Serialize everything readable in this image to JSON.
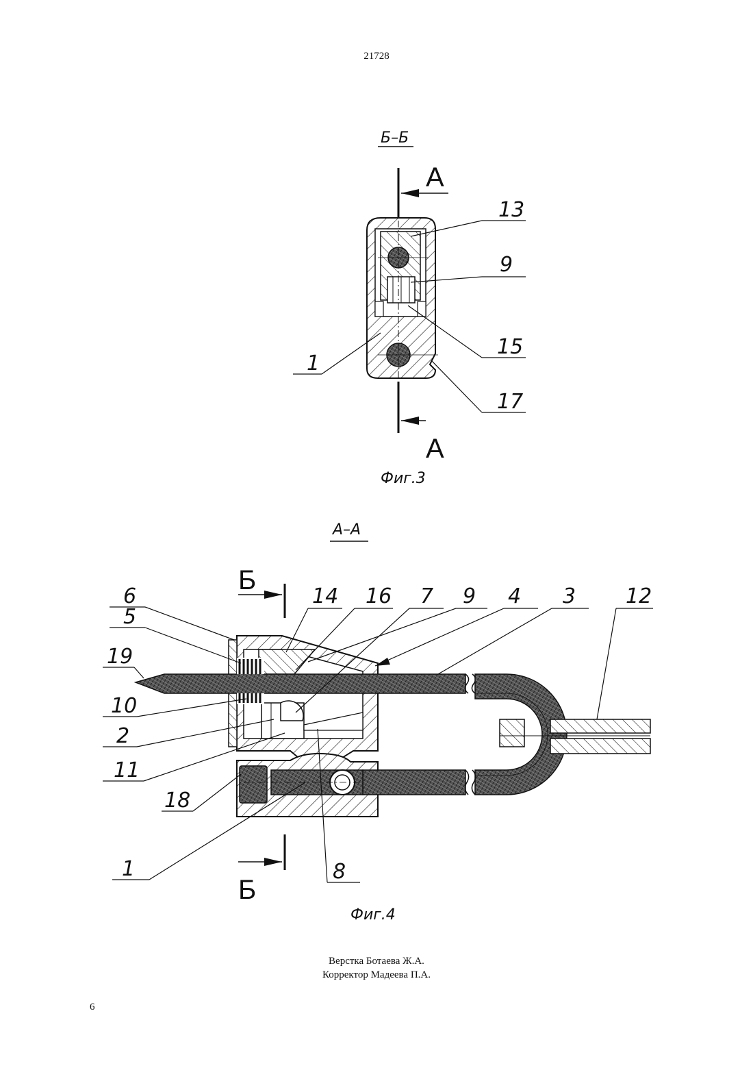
{
  "header": {
    "doc_number": "21728"
  },
  "fig3": {
    "section_title": "Б–Б",
    "cut_letter_top": "А",
    "cut_letter_bottom": "А",
    "caption": "Фиг.3",
    "callouts": [
      "13",
      "9",
      "15",
      "17",
      "1"
    ]
  },
  "fig4": {
    "section_title": "А–А",
    "cut_letter_top": "Б",
    "cut_letter_bottom": "Б",
    "caption": "Фиг.4",
    "callouts": [
      "6",
      "5",
      "19",
      "10",
      "2",
      "11",
      "18",
      "1",
      "14",
      "16",
      "7",
      "9",
      "4",
      "3",
      "12",
      "8"
    ]
  },
  "footer": {
    "layout_credit": "Верстка Ботаева Ж.А.",
    "proof_credit": "Корректор Мадеева П.А.",
    "page_number": "6"
  }
}
